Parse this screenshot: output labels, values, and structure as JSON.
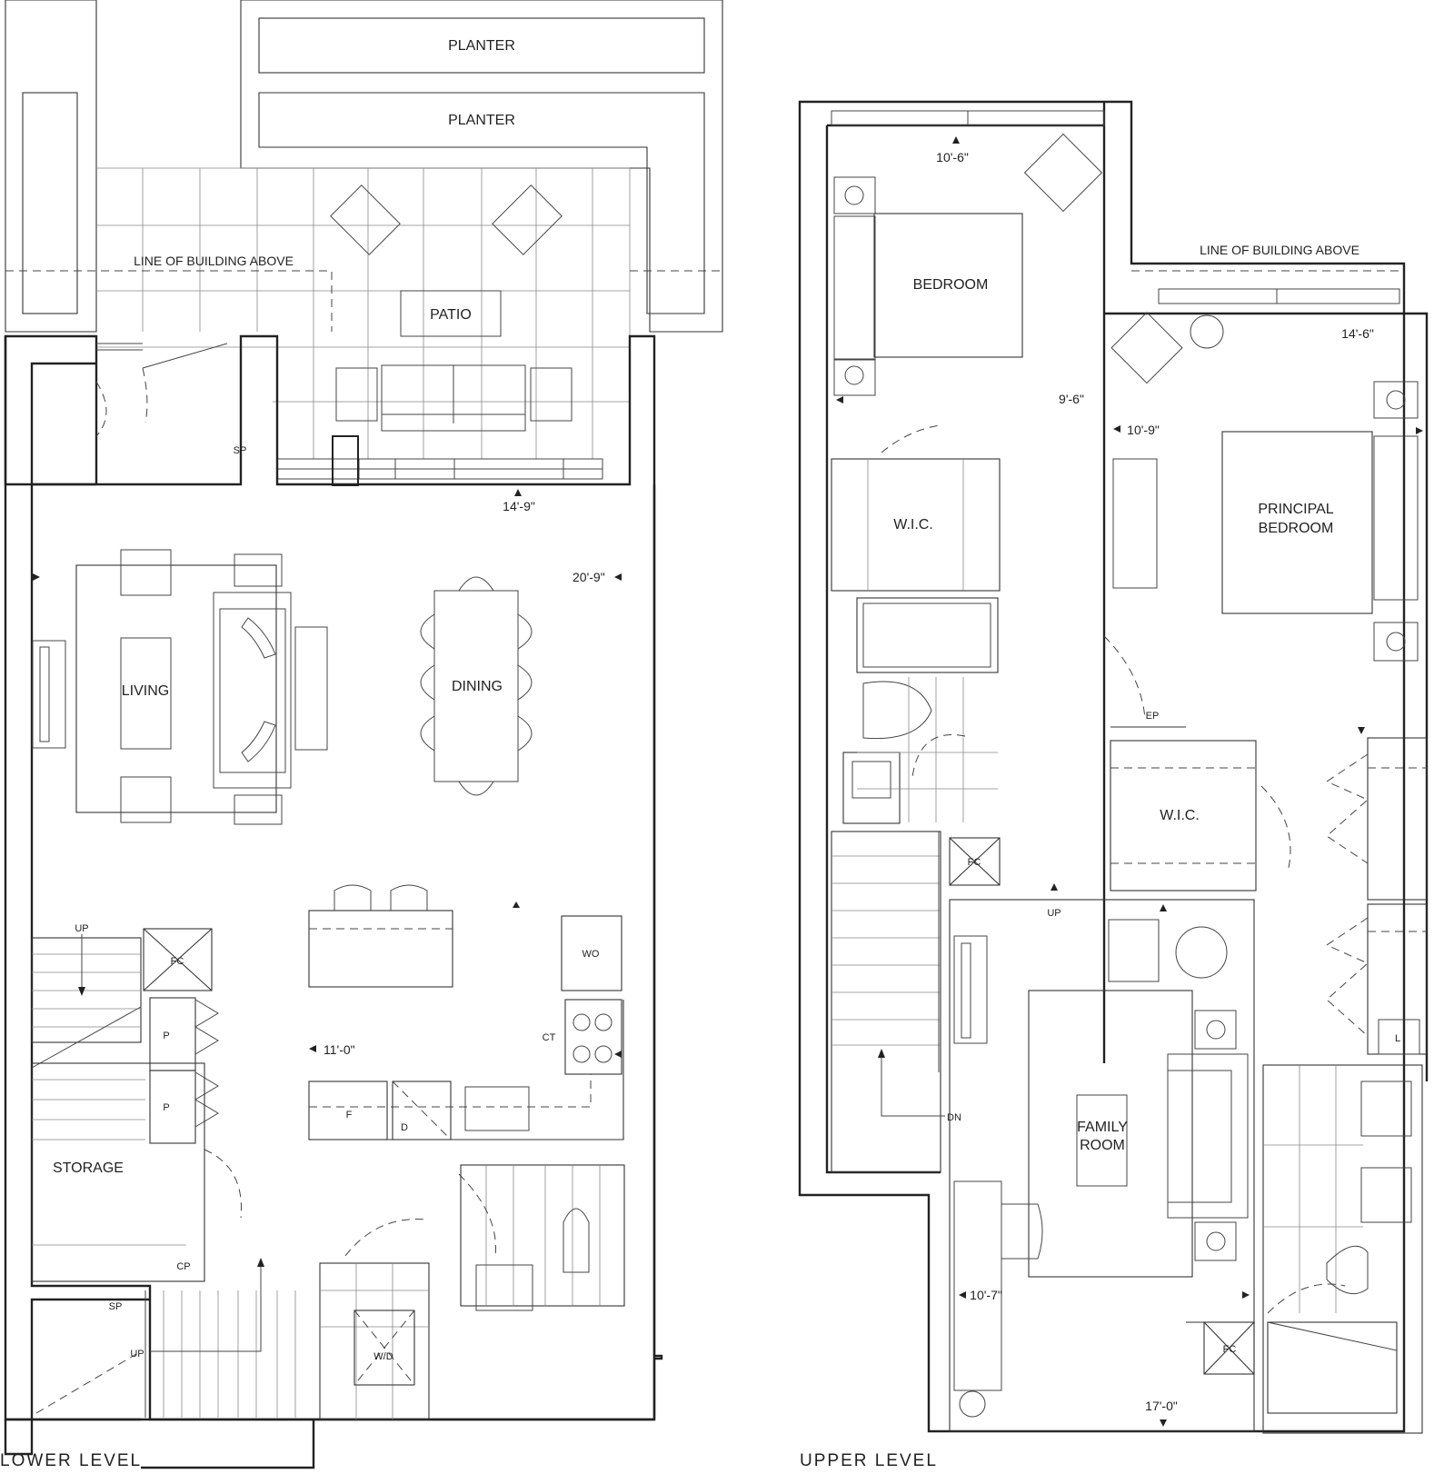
{
  "lower_level": {
    "title": "LOWER LEVEL",
    "rooms": {
      "planter_1": "PLANTER",
      "planter_2": "PLANTER",
      "patio": "PATIO",
      "living": "LIVING",
      "dining": "DINING",
      "storage": "STORAGE"
    },
    "notes": {
      "building_line": "LINE OF BUILDING ABOVE",
      "up_stair": "UP",
      "up_entry": "UP"
    },
    "dimensions": {
      "patio_width": "14'-9\"",
      "living_length": "20'-9\"",
      "kitchen_width": "11'-0\""
    },
    "fixtures": {
      "fan_coil": "FC",
      "pantry_1": "P",
      "pantry_2": "P",
      "wall_oven": "WO",
      "cooktop": "CT",
      "fridge": "F",
      "dishwasher": "D",
      "washer_dryer": "W/D",
      "coat_closet": "CP",
      "service_panel_1": "SP",
      "service_panel_2": "SP"
    }
  },
  "upper_level": {
    "title": "UPPER LEVEL",
    "rooms": {
      "bedroom": "BEDROOM",
      "principal_1": "PRINCIPAL",
      "principal_2": "BEDROOM",
      "wic_1": "W.I.C.",
      "wic_2": "W.I.C.",
      "family_1": "FAMILY",
      "family_2": "ROOM"
    },
    "notes": {
      "building_line": "LINE OF BUILDING ABOVE",
      "up": "UP",
      "down": "DN"
    },
    "dimensions": {
      "bedroom_width": "10'-6\"",
      "bedroom_length": "9'-6\"",
      "principal_width": "14'-6\"",
      "principal_length": "10'-9\"",
      "family_width": "10'-7\"",
      "family_length": "17'-0\""
    },
    "fixtures": {
      "electrical_panel": "EP",
      "fan_coil_1": "FC",
      "fan_coil_2": "FC",
      "linen": "L"
    }
  }
}
